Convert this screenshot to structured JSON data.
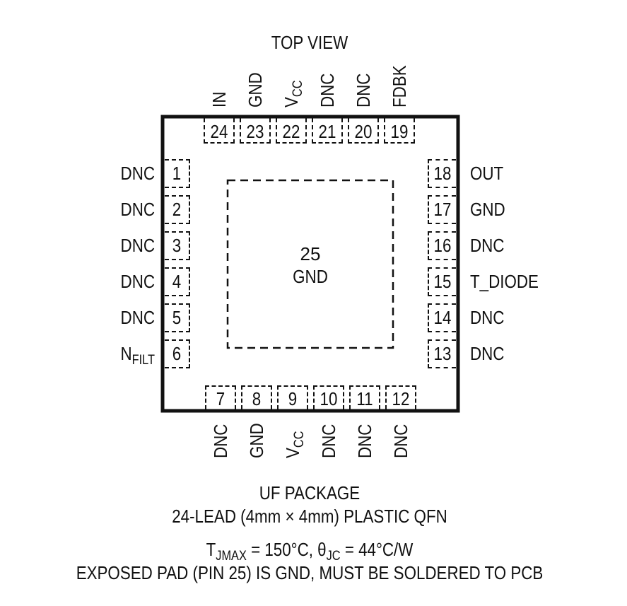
{
  "header": {
    "title": "TOP VIEW"
  },
  "pins": {
    "left": [
      {
        "num": "1",
        "name": "DNC"
      },
      {
        "num": "2",
        "name": "DNC"
      },
      {
        "num": "3",
        "name": "DNC"
      },
      {
        "num": "4",
        "name": "DNC"
      },
      {
        "num": "5",
        "name": "DNC"
      },
      {
        "num": "6",
        "name": "N",
        "sub": "FILT"
      }
    ],
    "bottom": [
      {
        "num": "7",
        "name": "DNC"
      },
      {
        "num": "8",
        "name": "GND"
      },
      {
        "num": "9",
        "name": "V",
        "sub": "CC"
      },
      {
        "num": "10",
        "name": "DNC"
      },
      {
        "num": "11",
        "name": "DNC"
      },
      {
        "num": "12",
        "name": "DNC"
      }
    ],
    "right": [
      {
        "num": "13",
        "name": "DNC"
      },
      {
        "num": "14",
        "name": "DNC"
      },
      {
        "num": "15",
        "name": "T_DIODE"
      },
      {
        "num": "16",
        "name": "DNC"
      },
      {
        "num": "17",
        "name": "GND"
      },
      {
        "num": "18",
        "name": "OUT"
      }
    ],
    "top": [
      {
        "num": "19",
        "name": "FDBK"
      },
      {
        "num": "20",
        "name": "DNC"
      },
      {
        "num": "21",
        "name": "DNC"
      },
      {
        "num": "22",
        "name": "V",
        "sub": "CC"
      },
      {
        "num": "23",
        "name": "GND"
      },
      {
        "num": "24",
        "name": "IN"
      }
    ]
  },
  "exposed_pad": {
    "num": "25",
    "name": "GND"
  },
  "footer": {
    "package": "UF PACKAGE",
    "description": "24-LEAD (4mm × 4mm) PLASTIC QFN",
    "thermal": {
      "t": "T",
      "t_sub": "JMAX",
      "t_val": " = 150°C, ",
      "theta": "θ",
      "theta_sub": "JC",
      "theta_val": " = 44°C/W"
    },
    "note": "EXPOSED PAD (PIN 25) IS GND, MUST BE SOLDERED TO PCB"
  }
}
